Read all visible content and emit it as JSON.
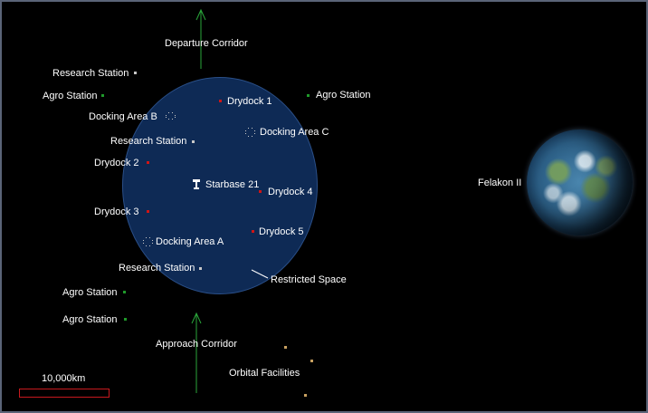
{
  "colors": {
    "background": "#000000",
    "zone_fill": "#0e2a55",
    "drydock": "#d01515",
    "agro": "#1f9a2a",
    "station": "#c8c8c8",
    "orbital": "#c8a060",
    "corridor": "#2aa63a",
    "scale": "#c8191e"
  },
  "labels": {
    "departure_corridor": "Departure Corridor",
    "approach_corridor": "Approach Corridor",
    "restricted_space": "Restricted Space",
    "orbital_facilities": "Orbital Facilities",
    "starbase": "Starbase 21",
    "planet": "Felakon II",
    "scale": "10,000km"
  },
  "map": {
    "research_stations": [
      "Research Station",
      "Research Station",
      "Research Station"
    ],
    "agro_stations": [
      "Agro Station",
      "Agro Station",
      "Agro Station",
      "Agro Station"
    ],
    "drydocks": [
      "Drydock 1",
      "Drydock 2",
      "Drydock 3",
      "Drydock 4",
      "Drydock 5"
    ],
    "docking_areas": [
      "Docking Area A",
      "Docking Area B",
      "Docking Area C"
    ]
  },
  "icons": {
    "starbase": "starbase-icon",
    "planet": "planet-icon"
  }
}
